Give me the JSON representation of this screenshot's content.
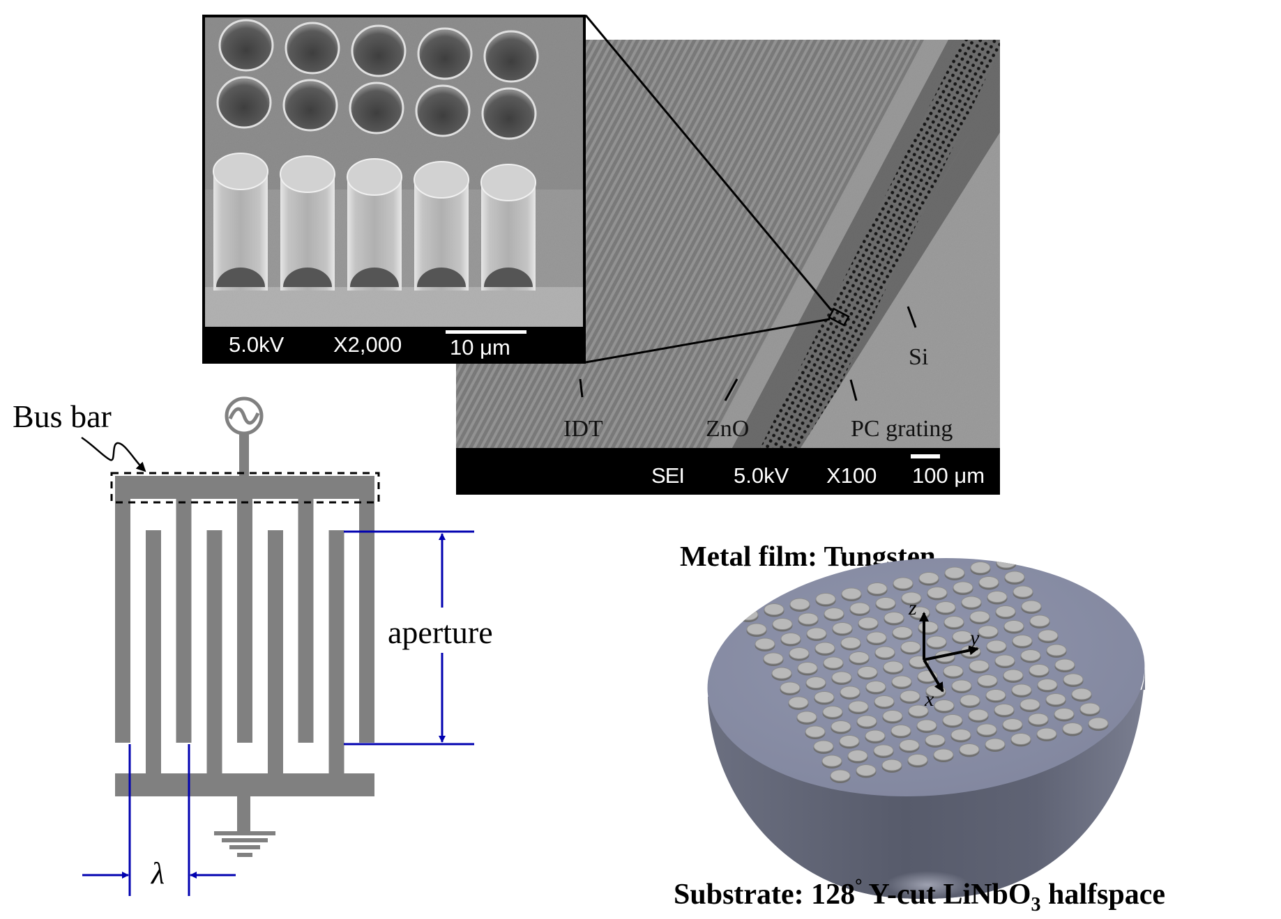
{
  "figure": {
    "title": "SAW device with phononic crystal grating: SEM images, IDT schematic, and simulation model"
  },
  "sem_main": {
    "labels": {
      "idt": "IDT",
      "zno": "ZnO",
      "pc_grating": "PC grating",
      "si": "Si"
    },
    "info_bar": {
      "detector": "SEI",
      "voltage": "5.0kV",
      "magnification": "X100",
      "scale": "100 μm"
    }
  },
  "sem_inset": {
    "info_bar": {
      "voltage": "5.0kV",
      "magnification": "X2,000",
      "scale": "10 μm"
    },
    "hole_rows": 2,
    "pillar_count": 5
  },
  "idt_schematic": {
    "bus_bar_label": "Bus bar",
    "aperture_label": "aperture",
    "wavelength_label": "λ",
    "source_icon": "ac-source-icon",
    "ground_icon": "ground-icon",
    "top_fingers": 5,
    "bottom_fingers": 4,
    "colors": {
      "electrode": "#808080",
      "dimension": "#0000b0",
      "outline": "#000000"
    }
  },
  "model": {
    "metal_label": "Metal film: Tungsten",
    "substrate_label_prefix": "Substrate: 128",
    "substrate_degree": "°",
    "substrate_label_mid": " Y-cut LiNbO",
    "substrate_subscript": "3",
    "substrate_label_suffix": " halfspace",
    "axes": {
      "x": "x",
      "y": "y",
      "z": "z"
    },
    "colors": {
      "substrate_top": "#8b90a8",
      "substrate_side": "#5f6374",
      "pillar": "#b9b9b9"
    },
    "pillar_grid": {
      "columns": 11,
      "rows": 12
    }
  }
}
